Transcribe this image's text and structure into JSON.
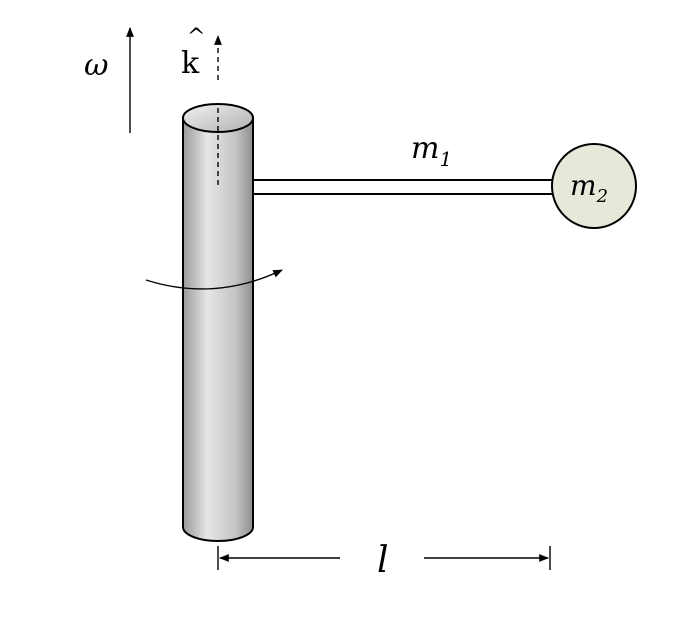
{
  "labels": {
    "omega": "ω",
    "khat_letter": "k",
    "khat_hat": "^",
    "m1": "m",
    "m1_sub": "1",
    "m2": "m",
    "m2_sub": "2",
    "length": "l"
  },
  "colors": {
    "background": "#ffffff",
    "stroke": "#000000",
    "cylinder_light": "#e6e6e6",
    "cylinder_mid": "#c4c4c4",
    "cylinder_dark": "#9a9a9a",
    "mass_fill": "#e8e8da"
  }
}
